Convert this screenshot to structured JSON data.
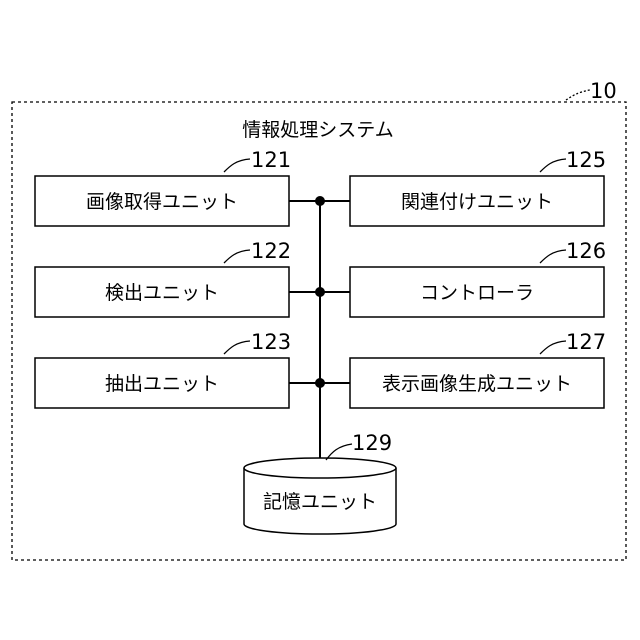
{
  "system": {
    "title": "情報処理システム",
    "ref": "10"
  },
  "units": {
    "image_acquisition": {
      "label": "画像取得ユニット",
      "ref": "121"
    },
    "detection": {
      "label": "検出ユニット",
      "ref": "122"
    },
    "extraction": {
      "label": "抽出ユニット",
      "ref": "123"
    },
    "association": {
      "label": "関連付けユニット",
      "ref": "125"
    },
    "controller": {
      "label": "コントローラ",
      "ref": "126"
    },
    "display_generation": {
      "label": "表示画像生成ユニット",
      "ref": "127"
    },
    "storage": {
      "label": "記憶ユニット",
      "ref": "129"
    }
  }
}
